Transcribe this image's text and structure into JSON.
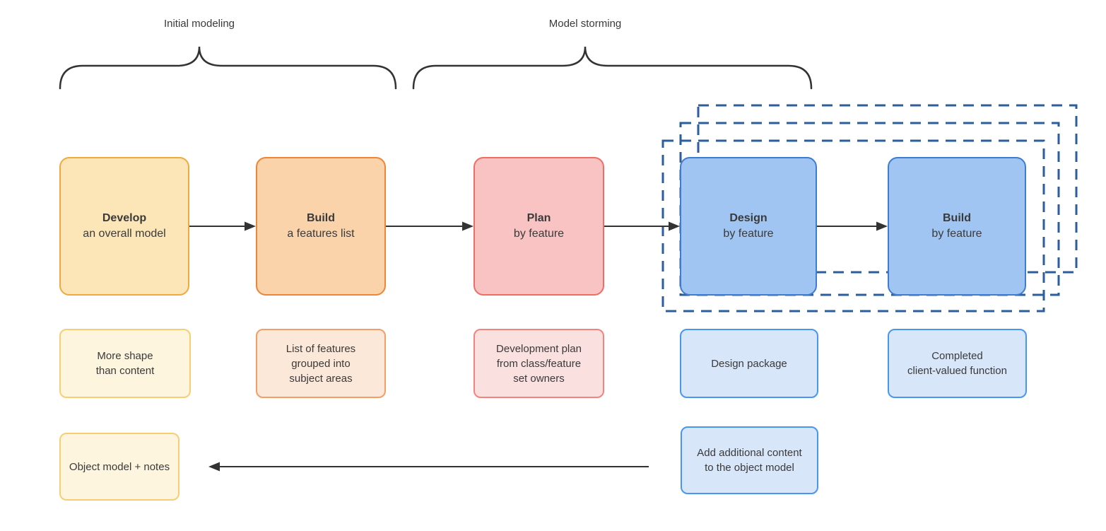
{
  "phases": {
    "initial_modeling": "Initial modeling",
    "model_storming": "Model storming"
  },
  "steps": [
    {
      "title": "Develop",
      "subtitle": "an overall model",
      "output": "More shape\nthan content"
    },
    {
      "title": "Build",
      "subtitle": "a features list",
      "output": "List of features\ngrouped into\nsubject areas"
    },
    {
      "title": "Plan",
      "subtitle": "by feature",
      "output": "Development plan\nfrom class/feature\nset owners"
    },
    {
      "title": "Design",
      "subtitle": "by feature",
      "output": "Design package"
    },
    {
      "title": "Build",
      "subtitle": "by feature",
      "output": "Completed\nclient-valued function"
    }
  ],
  "artifacts": {
    "object_model": "Object model + notes",
    "add_content": "Add additional content\nto the object model"
  },
  "colors": {
    "line": "#333333",
    "dashed_border": "#2C5E9E",
    "yellow_fill": "#FCE6B7",
    "yellow_border": "#F2A93C",
    "orange_fill": "#FAD3AB",
    "orange_border": "#EE8635",
    "red_fill": "#F9C3C3",
    "red_border": "#EF6D64",
    "blue_fill": "#A0C5F3",
    "blue_border": "#3D7CD0",
    "light_yellow_fill": "#FEF5DE",
    "light_yellow_border": "#F6CE74",
    "light_orange_fill": "#FCE8D9",
    "light_orange_border": "#F29E64",
    "light_red_fill": "#FBE0E0",
    "light_red_border": "#F2837E",
    "light_blue_fill": "#D8E6FA",
    "light_blue_border": "#4796F2"
  }
}
